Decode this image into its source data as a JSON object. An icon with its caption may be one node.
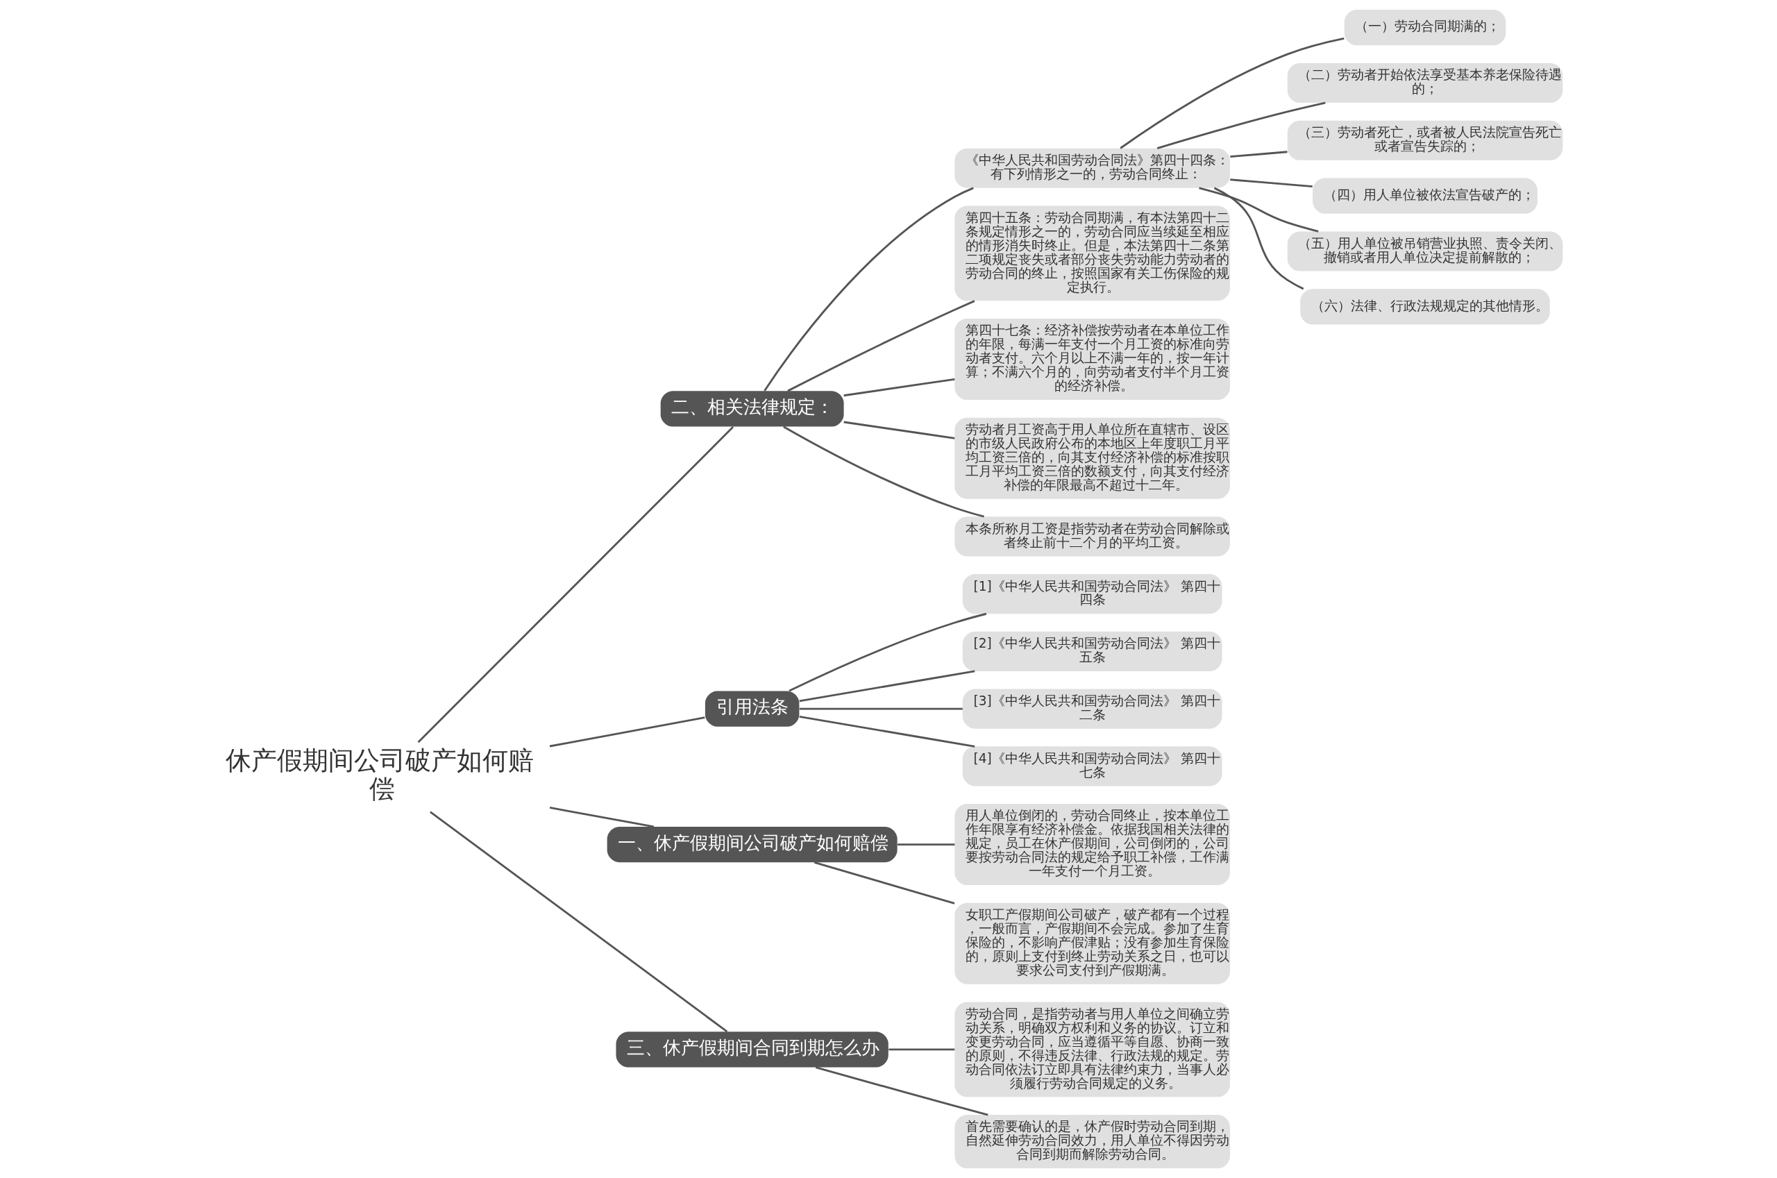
{
  "diagram": {
    "nodes": [
      {
        "text": [
          "休产假期间公司破产如何赔偿"
        ]
      },
      {
        "text": [
          "二、相关法律规定："
        ]
      },
      {
        "text": [
          "《中华人民共和国劳动合同法》第四十四条：有下列情形之一的，劳动合同终止："
        ]
      },
      {
        "text": [
          "（一）劳动合同期满的；"
        ]
      },
      {
        "text": [
          "（二）劳动者开始依法享受基本养老保险待遇的；"
        ]
      },
      {
        "text": [
          "（三）劳动者死亡，或者被人民法院宣告死亡或者宣告失踪的；"
        ]
      },
      {
        "text": [
          "（四）用人单位被依法宣告破产的；"
        ]
      },
      {
        "text": [
          "（五）用人单位被吊销营业执照、责令关闭、撤销或者用人单位决定提前解散的；"
        ]
      },
      {
        "text": [
          "（六）法律、行政法规规定的其他情形。"
        ]
      },
      {
        "text": [
          "第四十五条：劳动合同期满，有本法第四十二条规定情形之一的，劳动合同应当续延至相应的情形消失时终止。但是，本法第四十二条第二项规定丧失或者部分丧失劳动能力劳动者的劳动合同的终止，按照国家有关工伤保险的规定执行。"
        ]
      },
      {
        "text": [
          "第四十七条：经济补偿按劳动者在本单位工作的年限，每满一年支付一个月工资的标准向劳动者支付。六个月以上不满一年的，按一年计算；不满六个月的，向劳动者支付半个月工资的经济补偿。"
        ]
      },
      {
        "text": [
          "劳动者月工资高于用人单位所在直辖市、设区的市级人民政府公布的本地区上年度职工月平均工资三倍的，向其支付经济补偿的标准按职工月平均工资三倍的数额支付，向其支付经济补偿的年限最高不超过十二年。"
        ]
      },
      {
        "text": [
          "本条所称月工资是指劳动者在劳动合同解除或者终止前十二个月的平均工资。"
        ]
      },
      {
        "text": [
          "引用法条"
        ]
      },
      {
        "text": [
          "[1]《中华人民共和国劳动合同法》 第四十四条"
        ]
      },
      {
        "text": [
          "[2]《中华人民共和国劳动合同法》 第四十五条"
        ]
      },
      {
        "text": [
          "[3]《中华人民共和国劳动合同法》 第四十二条"
        ]
      },
      {
        "text": [
          "[4]《中华人民共和国劳动合同法》 第四十七条"
        ]
      },
      {
        "text": [
          "一、休产假期间公司破产如何赔偿"
        ]
      },
      {
        "text": [
          "用人单位倒闭的，劳动合同终止，按本单位工作年限享有经济补偿金。依据我国相关法律的规定，员工在休产假期间，公司倒闭的，公司要按劳动合同法的规定给予职工补偿，工作满一年支付一个月工资。"
        ]
      },
      {
        "text": [
          "女职工产假期间公司破产，破产都有一个过程，一般而言，产假期间不会完成。参加了生育保险的，不影响产假津贴；没有参加生育保险的，原则上支付到终止劳动关系之日，也可以要求公司支付到产假期满。"
        ]
      },
      {
        "text": [
          "三、休产假期间合同到期怎么办"
        ]
      },
      {
        "text": [
          "劳动合同，是指劳动者与用人单位之间确立劳动关系，明确双方权利和义务的协议。订立和变更劳动合同，应当遵循平等自愿、协商一致的原则，不得违反法律、行政法规的规定。劳动合同依法订立即具有法律约束力，当事人必须履行劳动合同规定的义务。"
        ]
      },
      {
        "text": [
          "首先需要确认的是，休产假时劳动合同到期，自然延伸劳动合同效力，用人单位不得因劳动合同到期而解除劳动合同。"
        ]
      }
    ],
    "edges": [
      {
        "from": 0,
        "to": 1,
        "arrow": "none"
      },
      {
        "from": 1,
        "to": 2,
        "arrow": "none"
      },
      {
        "from": 2,
        "to": 3,
        "arrow": "none"
      },
      {
        "from": 2,
        "to": 4,
        "arrow": "none"
      },
      {
        "from": 2,
        "to": 5,
        "arrow": "none"
      },
      {
        "from": 2,
        "to": 6,
        "arrow": "none"
      },
      {
        "from": 2,
        "to": 7,
        "arrow": "none"
      },
      {
        "from": 2,
        "to": 8,
        "arrow": "none"
      },
      {
        "from": 1,
        "to": 9,
        "arrow": "none"
      },
      {
        "from": 1,
        "to": 10,
        "arrow": "none"
      },
      {
        "from": 1,
        "to": 11,
        "arrow": "none"
      },
      {
        "from": 1,
        "to": 12,
        "arrow": "none"
      },
      {
        "from": 0,
        "to": 13,
        "arrow": "none"
      },
      {
        "from": 13,
        "to": 14,
        "arrow": "none"
      },
      {
        "from": 13,
        "to": 15,
        "arrow": "none"
      },
      {
        "from": 13,
        "to": 16,
        "arrow": "none"
      },
      {
        "from": 13,
        "to": 17,
        "arrow": "none"
      },
      {
        "from": 0,
        "to": 18,
        "arrow": "none"
      },
      {
        "from": 18,
        "to": 19,
        "arrow": "none"
      },
      {
        "from": 18,
        "to": 20,
        "arrow": "none"
      },
      {
        "from": 0,
        "to": 21,
        "arrow": "none"
      },
      {
        "from": 21,
        "to": 22,
        "arrow": "none"
      },
      {
        "from": 21,
        "to": 23,
        "arrow": "none"
      }
    ]
  }
}
